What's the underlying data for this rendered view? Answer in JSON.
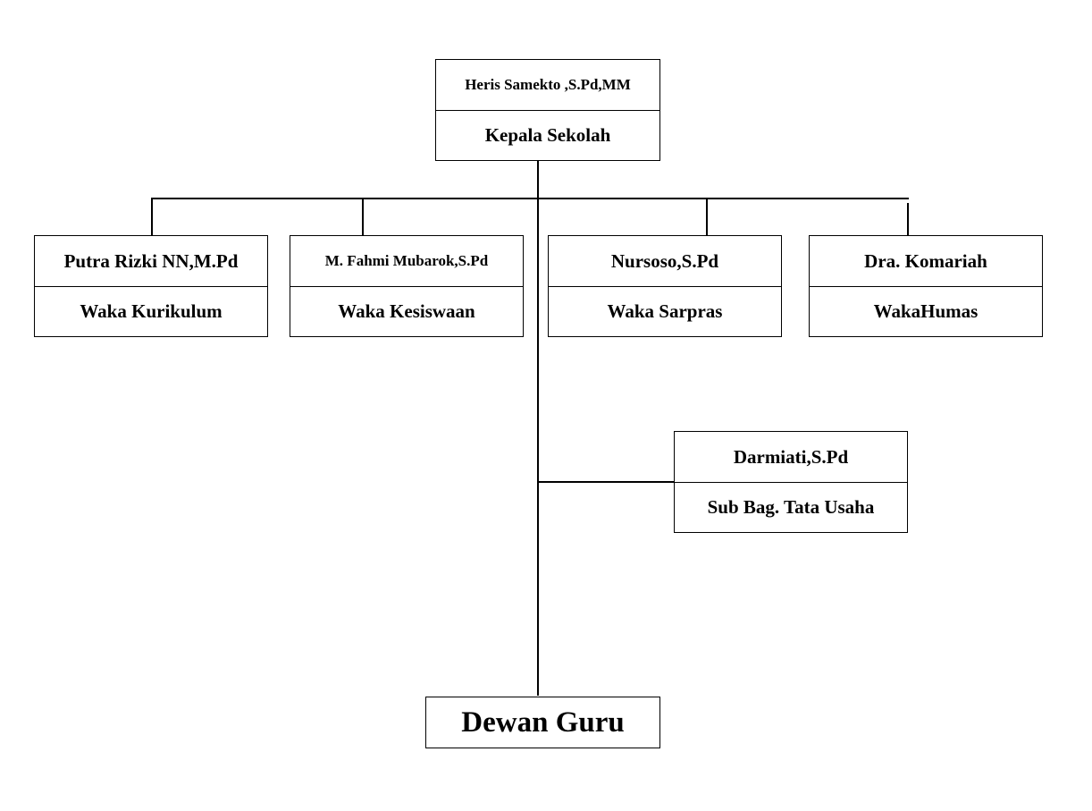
{
  "head": {
    "name": "Heris Samekto ,S.Pd,MM",
    "role": "Kepala Sekolah"
  },
  "deputies": [
    {
      "name": "Putra Rizki NN,M.Pd",
      "role": "Waka Kurikulum"
    },
    {
      "name": "M. Fahmi Mubarok,S.Pd",
      "role": "Waka Kesiswaan"
    },
    {
      "name": "Nursoso,S.Pd",
      "role": "Waka Sarpras"
    },
    {
      "name": "Dra. Komariah",
      "role": "WakaHumas"
    }
  ],
  "admin": {
    "name": "Darmiati,S.Pd",
    "role": "Sub Bag. Tata Usaha"
  },
  "teachers": {
    "label": "Dewan Guru"
  }
}
